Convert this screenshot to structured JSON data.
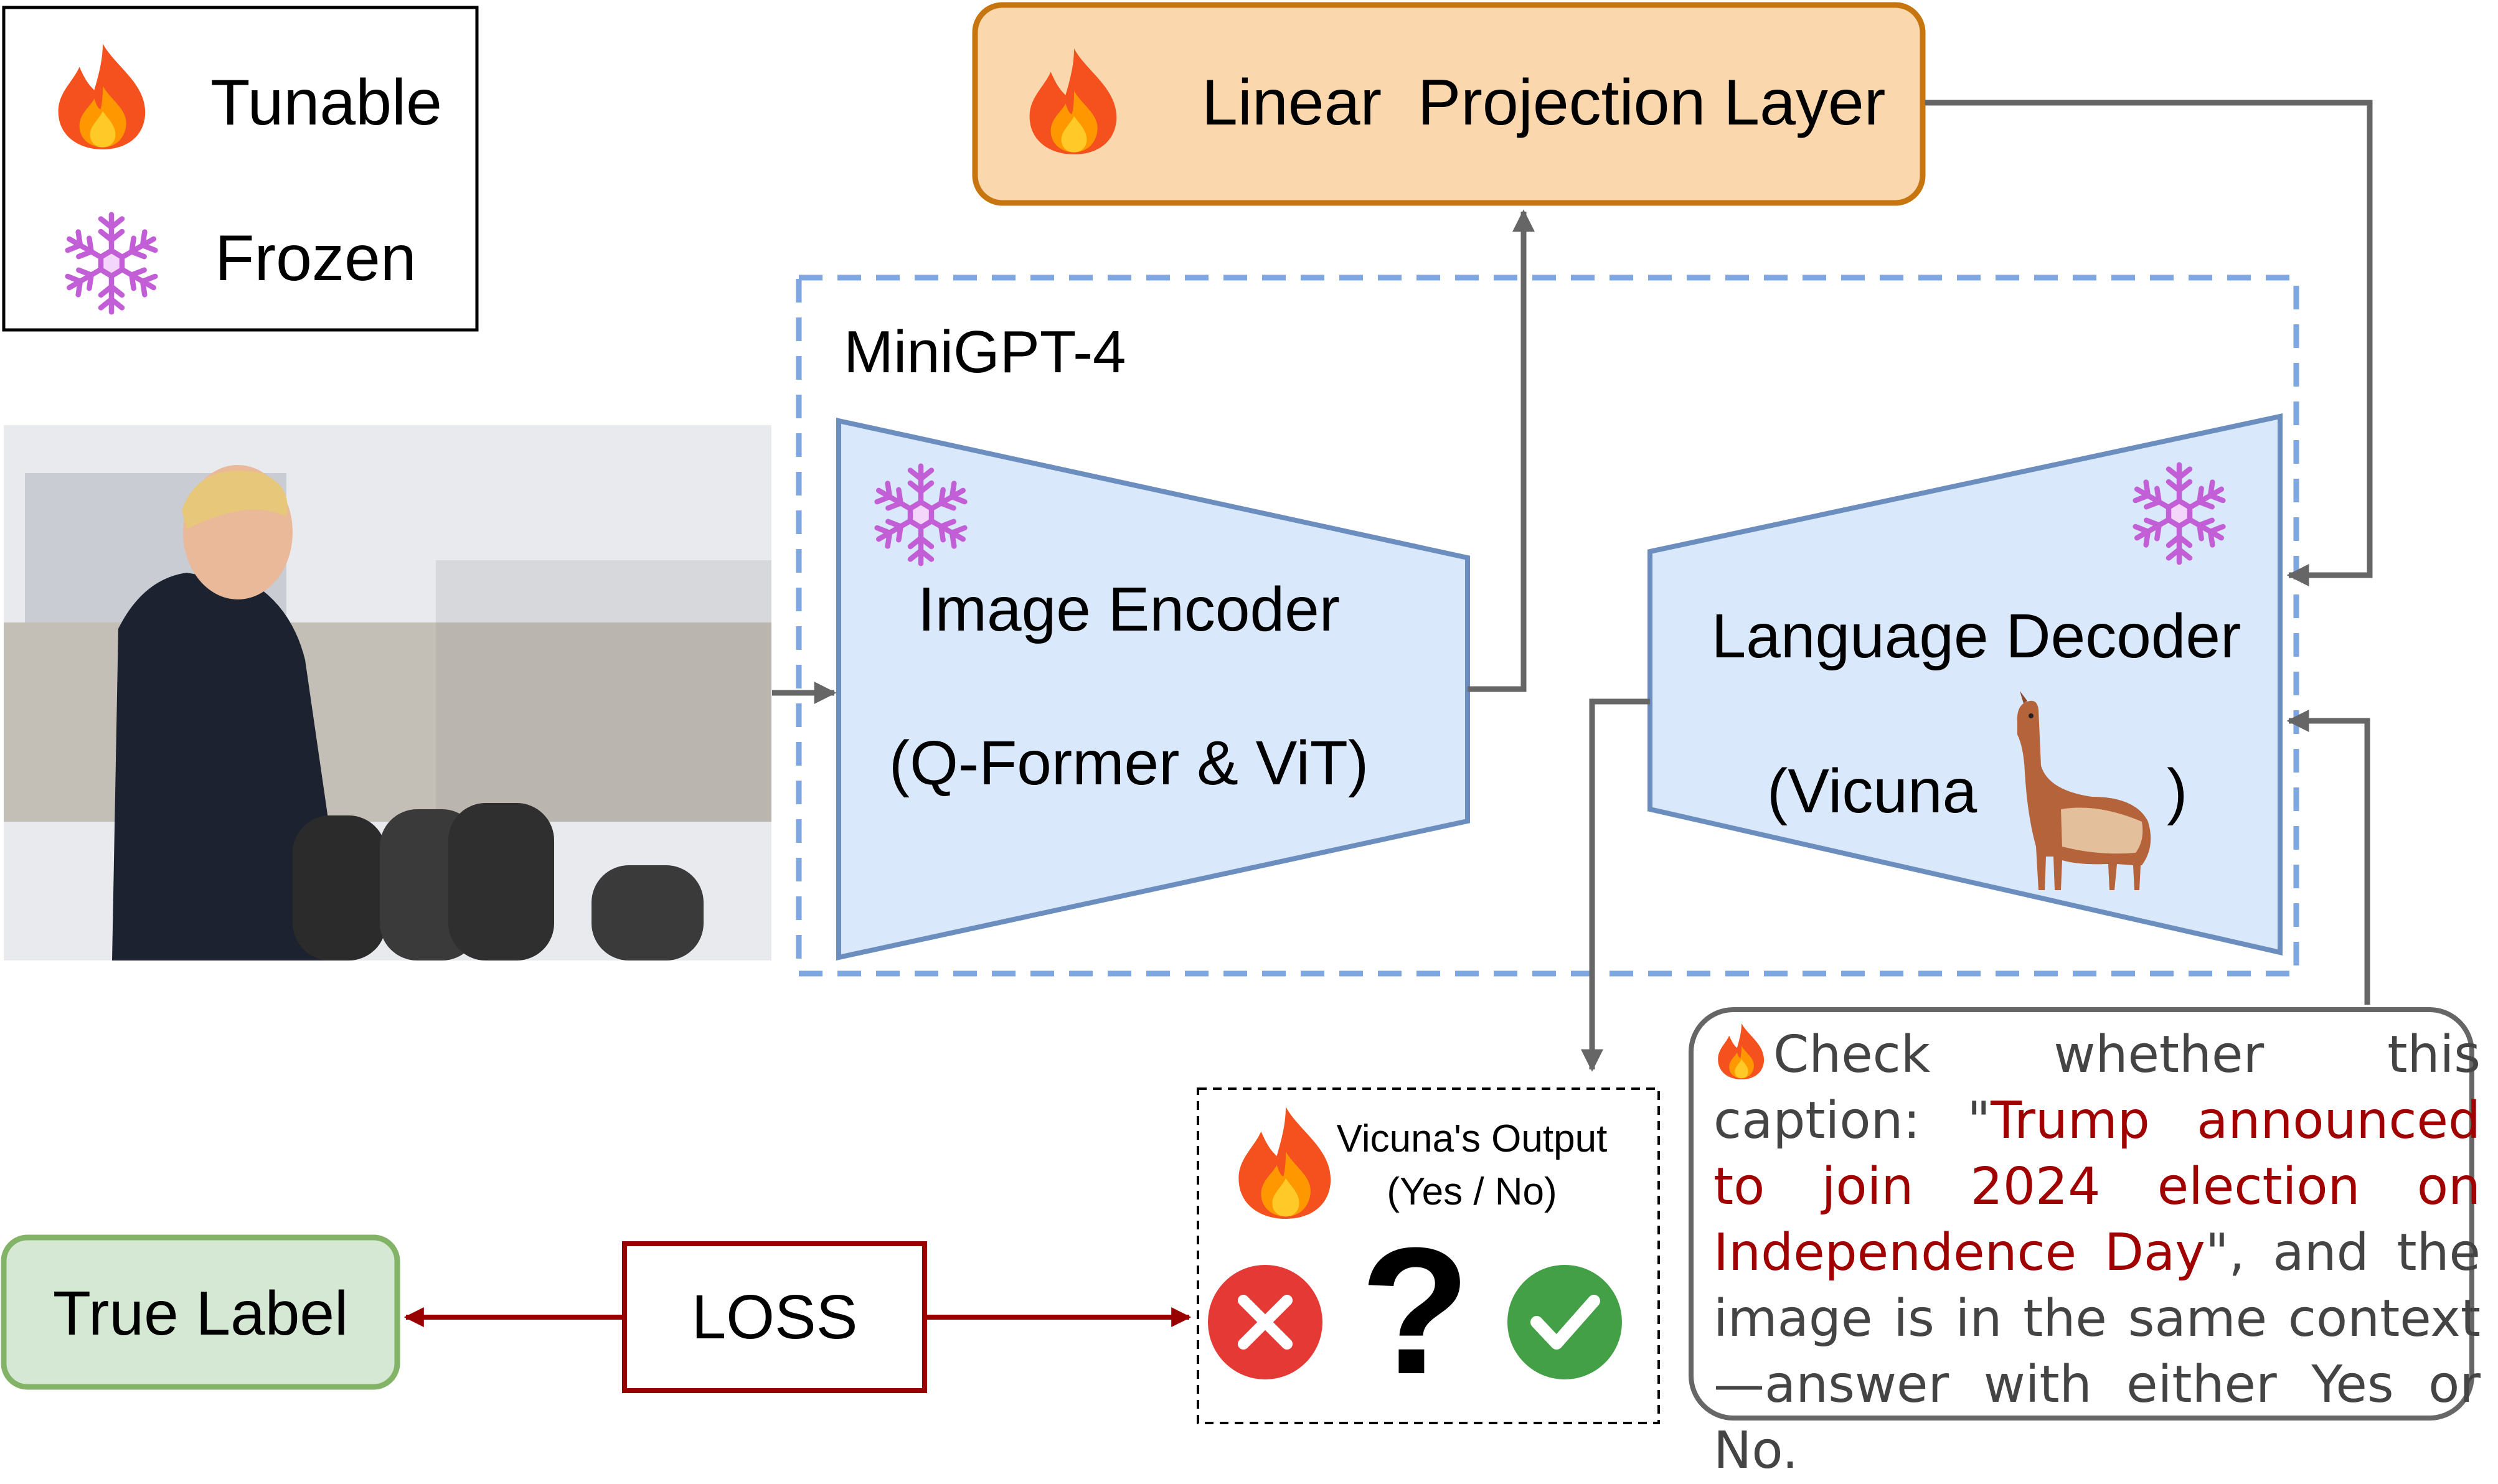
{
  "legend": {
    "tunable_label": "Tunable",
    "frozen_label": "Frozen"
  },
  "projection": {
    "label": "Linear  Projection Layer"
  },
  "minigpt": {
    "title": "MiniGPT-4"
  },
  "image_encoder": {
    "title": "Image Encoder",
    "subtitle": "(Q-Former & ViT)"
  },
  "language_decoder": {
    "title": "Language Decoder",
    "subtitle_open": "(Vicuna",
    "subtitle_close": ")"
  },
  "output": {
    "title": "Vicuna's Output",
    "options": "(Yes / No)",
    "question_mark": "?"
  },
  "loss": {
    "label": "LOSS"
  },
  "true_label": {
    "label": "True Label"
  },
  "prompt": {
    "prefix": "Check whether this caption:",
    "open_quote": "\"",
    "caption": "Trump announced to join 2024 election on Independence Day",
    "suffix": "\", and the image is in the same context—answer with either Yes or No."
  },
  "colors": {
    "flame_outer": "#f4511e",
    "flame_inner": "#ffca28",
    "snowflake": "#c25fd6",
    "projection_fill": "#fad7ac",
    "projection_stroke": "#c7750f",
    "trapezoid_fill": "#dae8fc",
    "trapezoid_stroke": "#6c8ebf",
    "dashed_frame": "#7ea6e0",
    "arrow_gray": "#666666",
    "loss_red": "#990000",
    "true_label_fill": "#d5e8d4",
    "true_label_stroke": "#82b366",
    "no_red": "#e53935",
    "yes_green": "#43a047",
    "caption_red": "#a00000"
  },
  "icons": [
    "flame-icon",
    "snowflake-icon",
    "llama-icon",
    "cross-icon",
    "check-icon",
    "photo"
  ]
}
